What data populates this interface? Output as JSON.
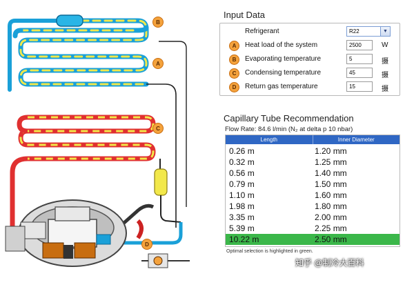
{
  "schematic": {
    "badges": [
      "B",
      "A",
      "C",
      "D"
    ]
  },
  "input_data": {
    "title": "Input Data",
    "refrigerant": {
      "label": "Refrigerant",
      "value": "R22"
    },
    "rows": [
      {
        "badge": "A",
        "label": "Heat load of the system",
        "value": "2500",
        "unit": "W"
      },
      {
        "badge": "B",
        "label": "Evaporating temperature",
        "value": "5",
        "unit": "摄"
      },
      {
        "badge": "C",
        "label": "Condensing temperature",
        "value": "45",
        "unit": "摄"
      },
      {
        "badge": "D",
        "label": "Return gas temperature",
        "value": "15",
        "unit": "摄"
      }
    ]
  },
  "recommendation": {
    "title": "Capillary Tube Recommendation",
    "flow_rate": "Flow Rate: 84.6 l/min (N₂ at delta p 10 nbar)",
    "columns": [
      "Length",
      "Inner Diameter"
    ],
    "rows": [
      {
        "length": "0.26 m",
        "diameter": "1.20 mm",
        "optimal": false
      },
      {
        "length": "0.32 m",
        "diameter": "1.25 mm",
        "optimal": false
      },
      {
        "length": "0.56 m",
        "diameter": "1.40 mm",
        "optimal": false
      },
      {
        "length": "0.79 m",
        "diameter": "1.50 mm",
        "optimal": false
      },
      {
        "length": "1.10 m",
        "diameter": "1.60 mm",
        "optimal": false
      },
      {
        "length": "1.98 m",
        "diameter": "1.80 mm",
        "optimal": false
      },
      {
        "length": "3.35 m",
        "diameter": "2.00 mm",
        "optimal": false
      },
      {
        "length": "5.39 m",
        "diameter": "2.25 mm",
        "optimal": false
      },
      {
        "length": "10.22 m",
        "diameter": "2.50 mm",
        "optimal": true
      }
    ],
    "note": "Optimal selection is highlighted in green.",
    "optimal_color": "#3bb74a",
    "header_color": "#2f67c4"
  },
  "watermark": "知乎 @制冷大百科",
  "colors": {
    "liquid_line": "#1aa0d8",
    "hot_line": "#e03030",
    "tube_highlight": "#f2e84a",
    "badge": "#f4a23c"
  }
}
